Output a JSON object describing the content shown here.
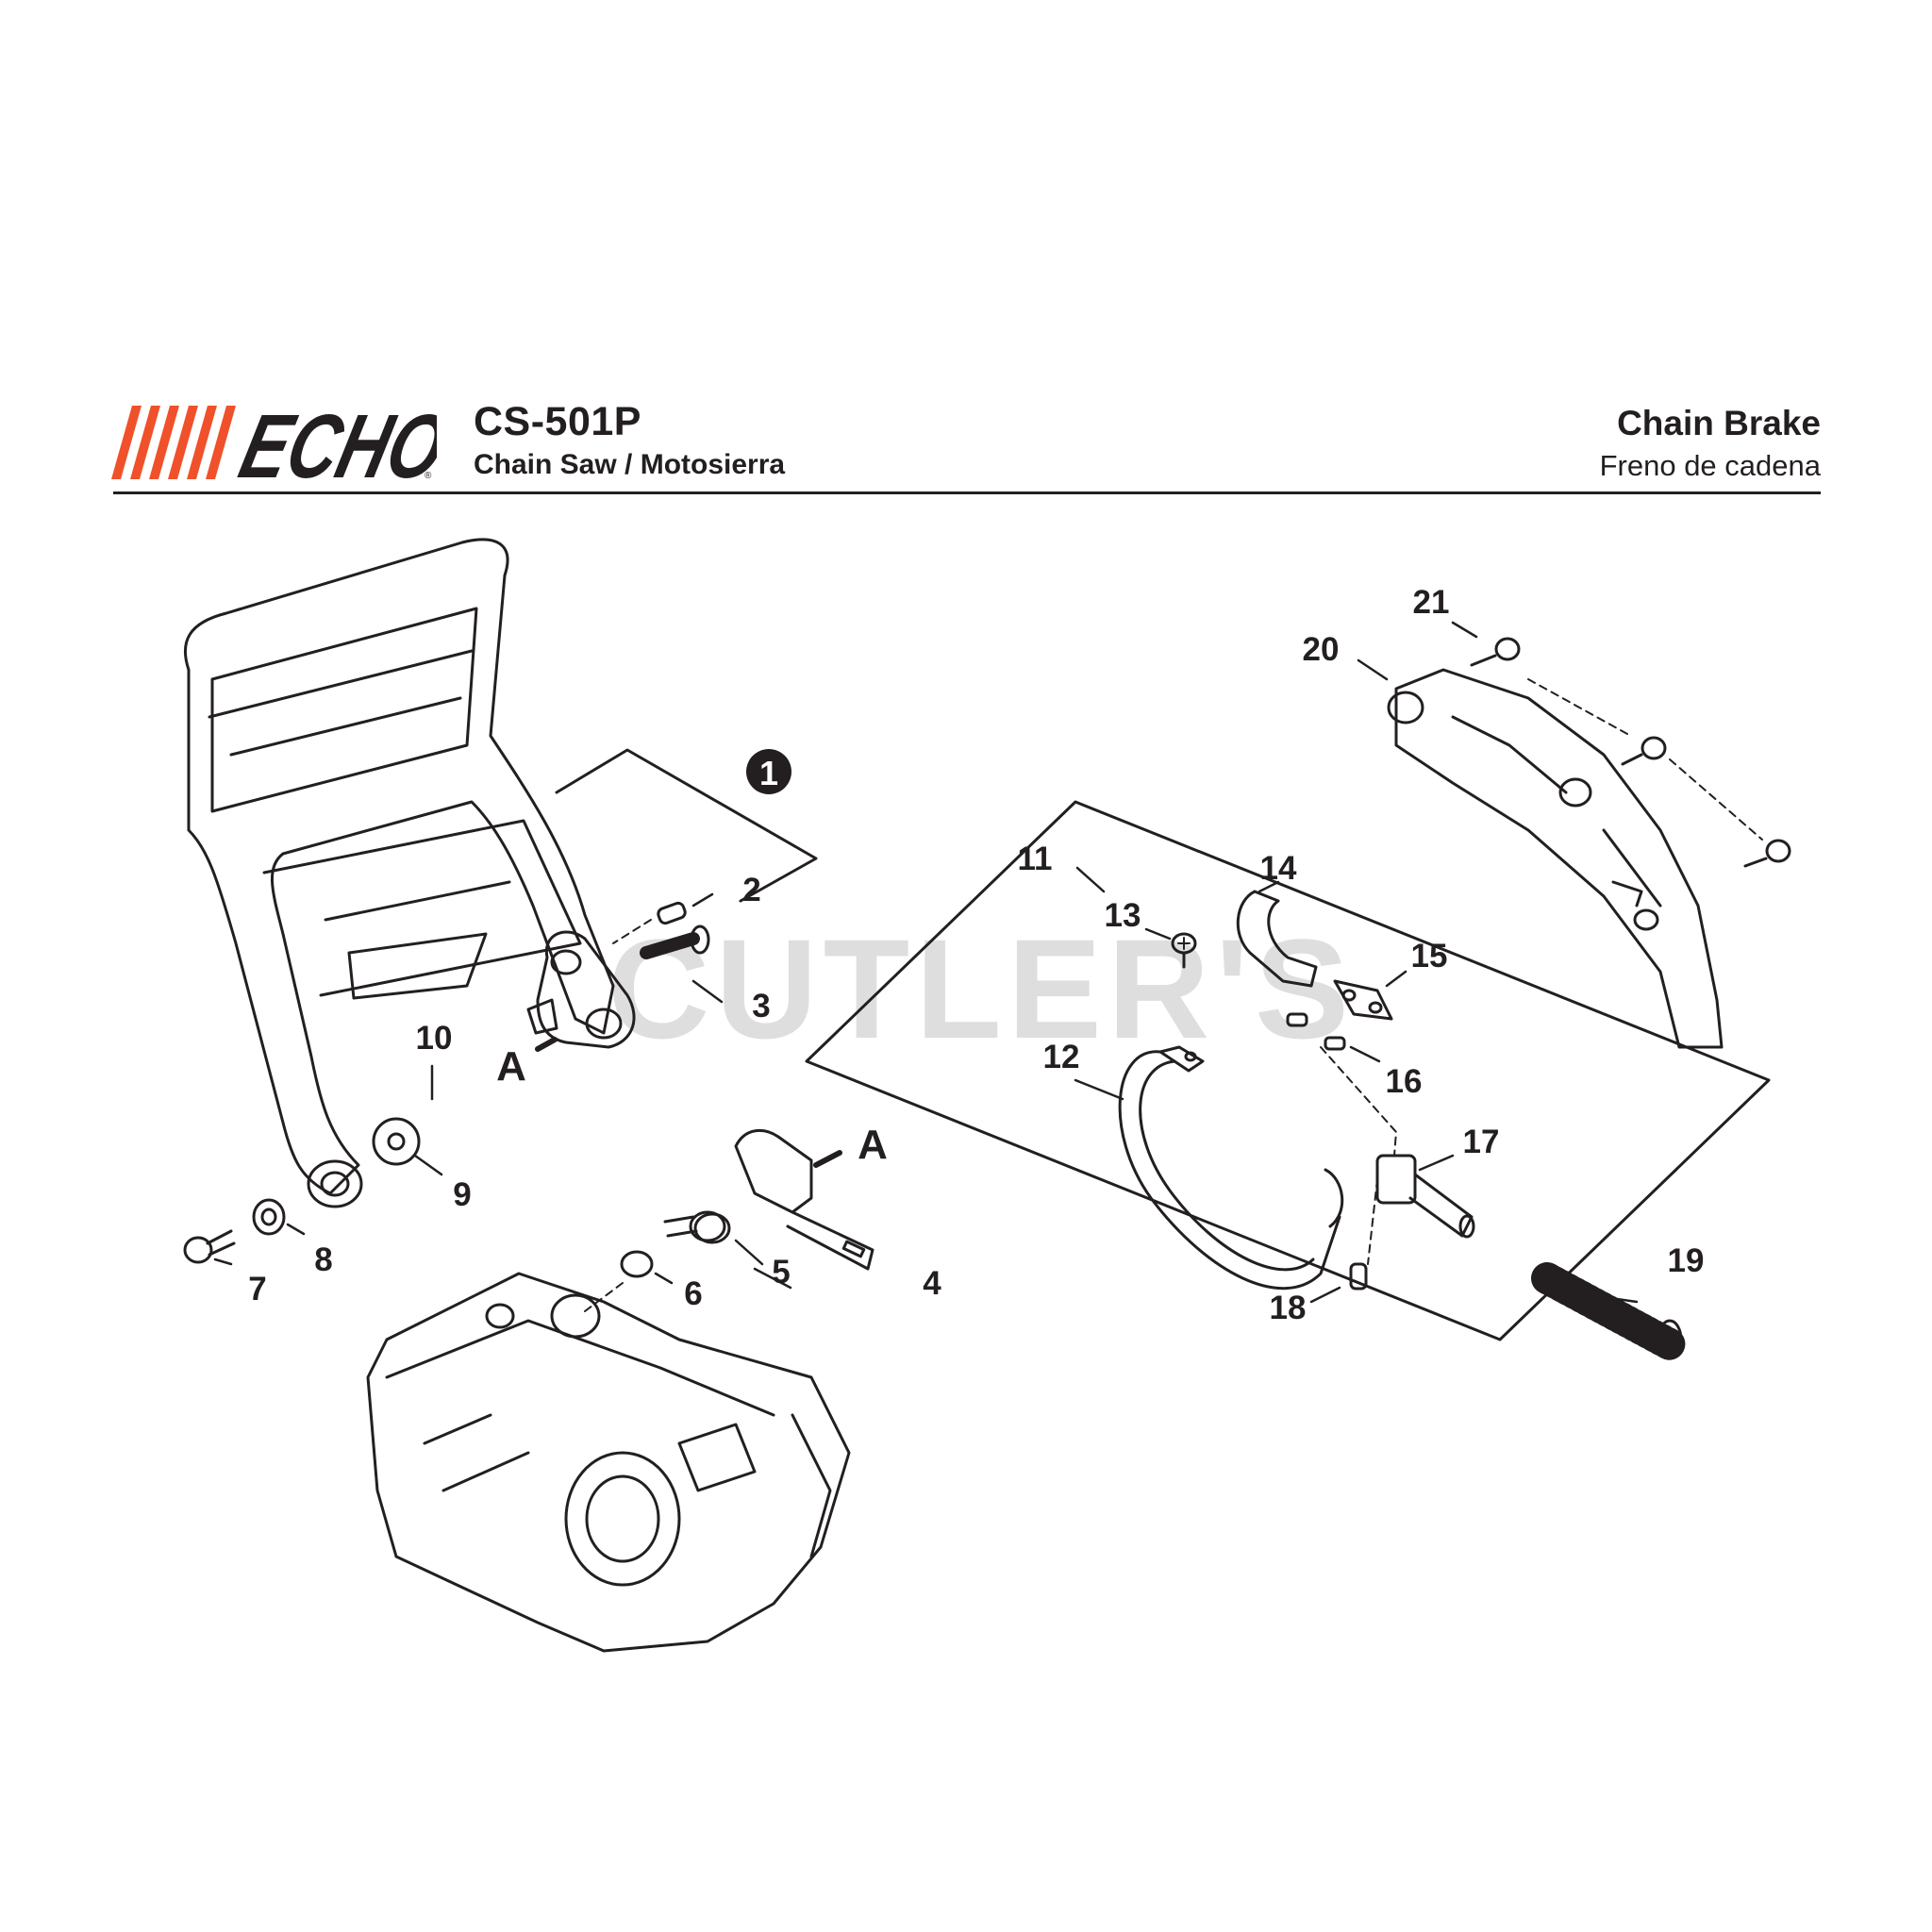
{
  "header": {
    "brand": "ECHO",
    "model": "CS-501P",
    "subtitle": "Chain Saw / Motosierra",
    "section_en": "Chain Brake",
    "section_es": "Freno de cadena"
  },
  "colors": {
    "accent": "#f0512a",
    "ink": "#231f20",
    "watermark": "#d9d9d9"
  },
  "watermark": "CUTLER'S",
  "callouts": [
    {
      "id": "1",
      "label": "1"
    },
    {
      "id": "2",
      "label": "2"
    },
    {
      "id": "3",
      "label": "3"
    },
    {
      "id": "4",
      "label": "4"
    },
    {
      "id": "5",
      "label": "5"
    },
    {
      "id": "6",
      "label": "6"
    },
    {
      "id": "7",
      "label": "7"
    },
    {
      "id": "8",
      "label": "8"
    },
    {
      "id": "9",
      "label": "9"
    },
    {
      "id": "10",
      "label": "10"
    },
    {
      "id": "11",
      "label": "11"
    },
    {
      "id": "12",
      "label": "12"
    },
    {
      "id": "13",
      "label": "13"
    },
    {
      "id": "14",
      "label": "14"
    },
    {
      "id": "15",
      "label": "15"
    },
    {
      "id": "16",
      "label": "16"
    },
    {
      "id": "17",
      "label": "17"
    },
    {
      "id": "18",
      "label": "18"
    },
    {
      "id": "19",
      "label": "19"
    },
    {
      "id": "20",
      "label": "20"
    },
    {
      "id": "21",
      "label": "21"
    },
    {
      "id": "A1",
      "label": "A"
    },
    {
      "id": "A2",
      "label": "A"
    }
  ]
}
